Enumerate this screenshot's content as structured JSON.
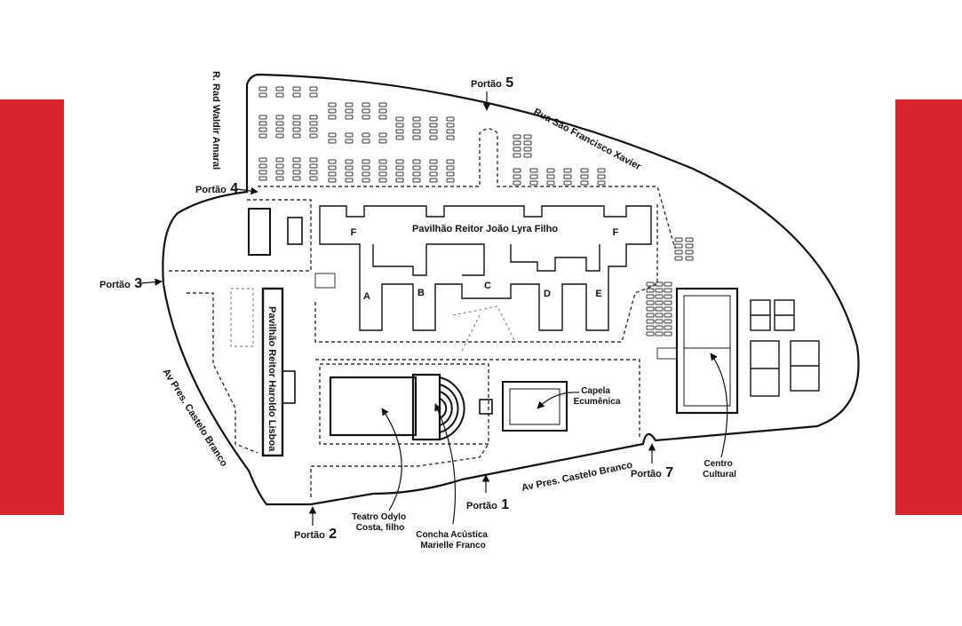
{
  "colors": {
    "accent": "#d7242c",
    "ink": "#111111",
    "background": "#ffffff"
  },
  "gates": {
    "g1": {
      "word": "Portão",
      "num": "1"
    },
    "g2": {
      "word": "Portão",
      "num": "2"
    },
    "g3": {
      "word": "Portão",
      "num": "3"
    },
    "g4": {
      "word": "Portão",
      "num": "4"
    },
    "g5": {
      "word": "Portão",
      "num": "5"
    },
    "g7": {
      "word": "Portão",
      "num": "7"
    }
  },
  "streets": {
    "rua_sao_francisco": "Rua São Francisco Xavier",
    "r_rad_waldir": "R. Rad Waldir Amaral",
    "av_castelo_left": "Av Pres. Castelo Branco",
    "av_castelo_bottom": "Av Pres. Castelo Branco"
  },
  "buildings": {
    "pavilhao_joao_lyra": "Pavilhão Reitor João Lyra Filho",
    "pavilhao_haroldo": "Pavilhão Reitor Haroldo Lisboa",
    "wing_f_left": "F",
    "wing_f_right": "F",
    "wing_a": "A",
    "wing_b": "B",
    "wing_c": "C",
    "wing_d": "D",
    "wing_e": "E"
  },
  "places": {
    "capela_l1": "Capela",
    "capela_l2": "Ecumênica",
    "teatro_l1": "Teatro Odylo",
    "teatro_l2": "Costa, filho",
    "concha_l1": "Concha Acústica",
    "concha_l2": "Marielle Franco",
    "centro_l1": "Centro",
    "centro_l2": "Cultural"
  }
}
